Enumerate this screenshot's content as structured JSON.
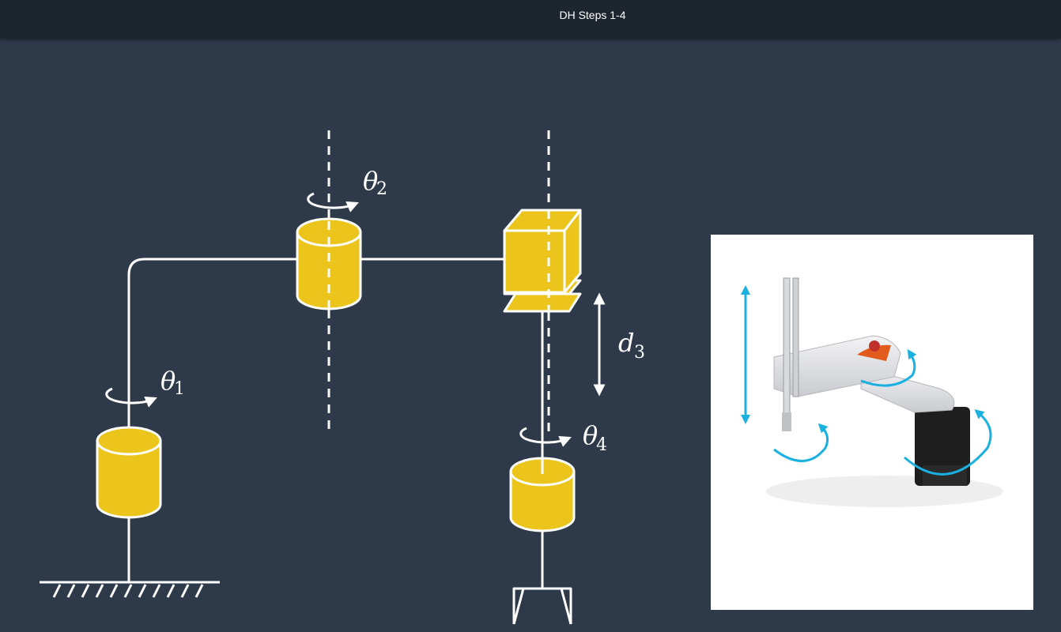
{
  "header": {
    "title": "DH Steps 1-4"
  },
  "labels": {
    "theta1": "θ",
    "theta1_sub": "1",
    "theta2": "θ",
    "theta2_sub": "2",
    "d3": "d",
    "d3_sub": "3",
    "theta4": "θ",
    "theta4_sub": "4"
  },
  "colors": {
    "background": "#2e3a4a",
    "topbar": "#1d252f",
    "joint_fill": "#ecc51c",
    "line": "#ffffff",
    "photo_arrows": "#1ab0e0"
  },
  "icons": {
    "robot_photo": "scara-robot-photo"
  }
}
